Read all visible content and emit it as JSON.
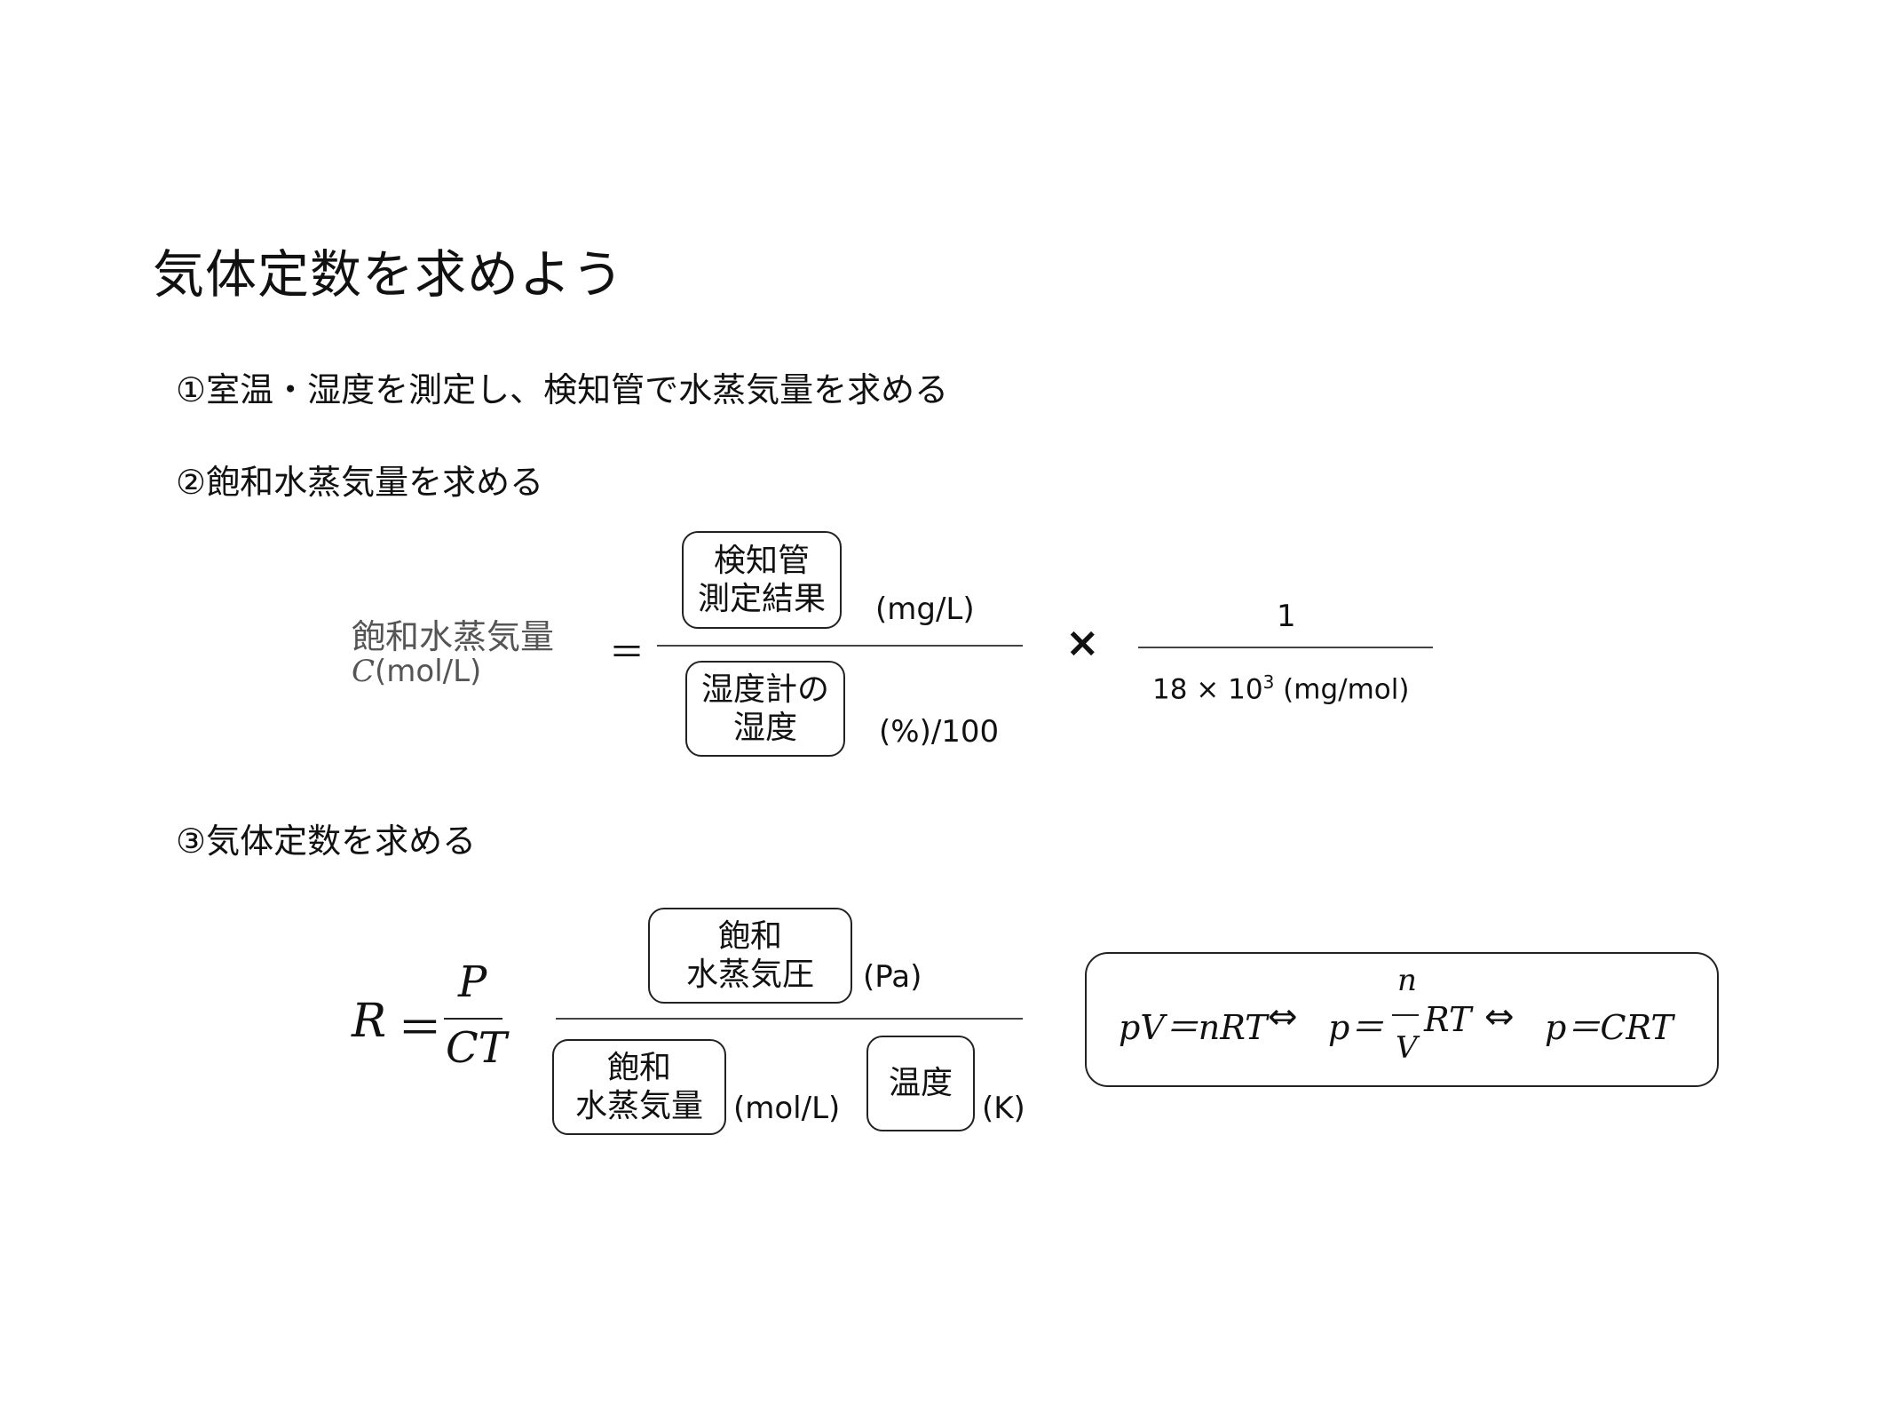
{
  "title": "気体定数を求めよう",
  "steps": [
    {
      "label": "①室温・湿度を測定し、検知管で水蒸気量を求める"
    },
    {
      "label": "②飽和水蒸気量を求める"
    },
    {
      "label": "③気体定数を求める"
    }
  ],
  "formula1": {
    "lhs_line1": "飽和水蒸気量",
    "lhs_var": "C",
    "lhs_unit": "(mol/L)",
    "equals": "＝",
    "numerator_box": [
      "検知管",
      "測定結果"
    ],
    "numerator_unit": "(mg/L)",
    "denominator_box": [
      "湿度計の",
      "湿度"
    ],
    "denominator_unit": "(%)/100",
    "times": "×",
    "frac2_num": "1",
    "frac2_den_base": "18 × 10",
    "frac2_den_exp": "3",
    "frac2_den_unit": " (mg/mol)"
  },
  "formula2": {
    "lhs": "R",
    "equals": "＝",
    "frac_num": "P",
    "frac_den": "CT",
    "numerator_box": [
      "飽和",
      "水蒸気圧"
    ],
    "numerator_unit": "(Pa)",
    "denominator_box1": [
      "飽和",
      "水蒸気量"
    ],
    "denominator_unit1": "(mol/L)",
    "denominator_box2": [
      "温度"
    ],
    "denominator_unit2": "(K)"
  },
  "gas_law": {
    "part1": "pV＝nRT",
    "arrow": "⇔",
    "p_eq": "p＝",
    "frac_num": "n",
    "frac_den": "V",
    "rt": "RT",
    "part3": "p＝CRT"
  }
}
